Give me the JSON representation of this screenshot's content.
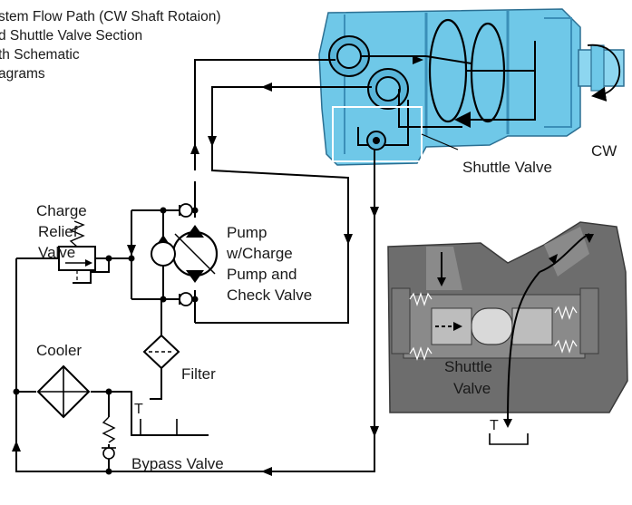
{
  "title_lines": [
    "stem Flow Path (CW Shaft Rotaion)",
    "d Shuttle Valve Section",
    "th Schematic",
    "agrams"
  ],
  "labels": {
    "charge_relief_valve": [
      "Charge",
      "Relief",
      "Valve"
    ],
    "pump": [
      "Pump",
      "w/Charge",
      "Pump and",
      "Check Valve"
    ],
    "cooler": "Cooler",
    "filter": "Filter",
    "bypass_valve": "Bypass Valve",
    "shuttle_valve_callout": "Shuttle Valve",
    "rotation": "CW",
    "shuttle_valve_section": [
      "Shuttle",
      "Valve"
    ],
    "tank_left": "T",
    "tank_right": "T"
  },
  "colors": {
    "motor_body": "#6fc8e8",
    "motor_shadow": "#3b8fb8",
    "section_body": "#6d6d6d",
    "section_light": "#9a9a9a",
    "line": "#000000"
  }
}
